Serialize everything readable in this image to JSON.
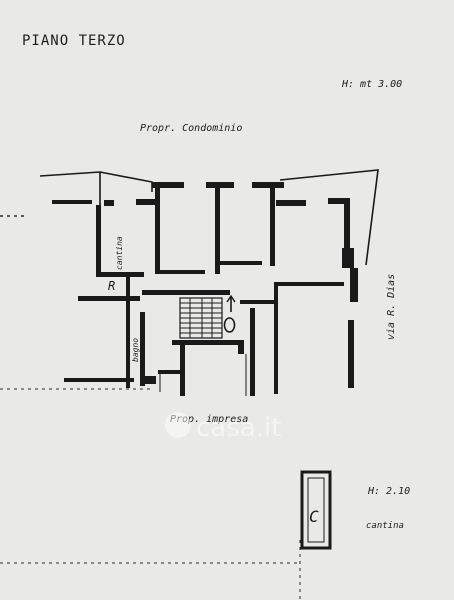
{
  "title": "PIANO TERZO",
  "height_main": "H: mt 3.00",
  "owner_top": "Propr. Condominio",
  "owner_bottom": "Prop. impresa",
  "street": "via R. Dias",
  "room_cantina_left": "cantina",
  "room_bagno": "bagno",
  "mark_r": "R",
  "mark_c": "C",
  "height_cellar": "H: 2.10",
  "cellar_label": "cantina",
  "watermark": "casa.it",
  "colors": {
    "ink": "#1a1a1a",
    "paper": "#e9e9e7"
  }
}
